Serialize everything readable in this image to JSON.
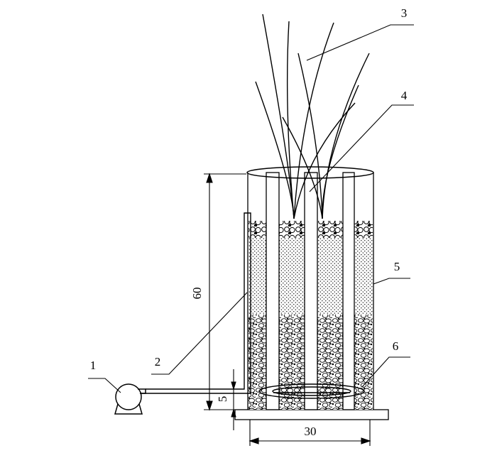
{
  "diagram": {
    "callouts": [
      {
        "id": "pump",
        "label": "1"
      },
      {
        "id": "inlet-pipe",
        "label": "2"
      },
      {
        "id": "plants",
        "label": "3"
      },
      {
        "id": "column-tubes",
        "label": "4"
      },
      {
        "id": "column-wall",
        "label": "5"
      },
      {
        "id": "distributor-ring",
        "label": "6"
      }
    ],
    "dimensions": {
      "height": "60",
      "diameter": "30",
      "bottom_gap": "5"
    },
    "colors": {
      "ink": "#000000",
      "background": "#ffffff"
    }
  }
}
